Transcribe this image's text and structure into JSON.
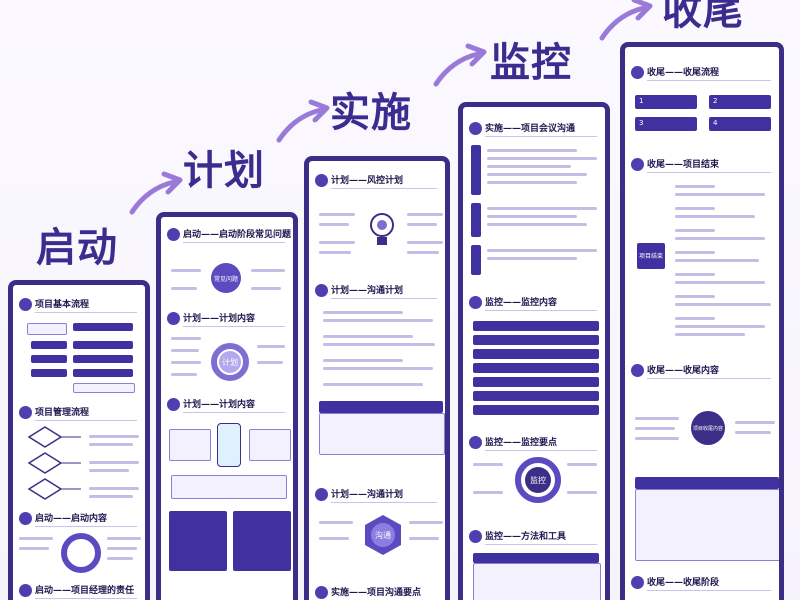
{
  "stages": [
    {
      "title": "启动"
    },
    {
      "title": "计划"
    },
    {
      "title": "实施"
    },
    {
      "title": "监控"
    },
    {
      "title": "收尾"
    }
  ],
  "cards": {
    "start": {
      "sections": [
        "项目基本流程",
        "项目管理流程",
        "启动——启动内容",
        "启动——项目经理的责任"
      ]
    },
    "plan": {
      "sections": [
        "启动——启动阶段常见问题",
        "计划——计划内容",
        "计划——计划内容"
      ],
      "hub_center": "常见问题",
      "ring_center": "计划"
    },
    "implement": {
      "sections": [
        "计划——风控计划",
        "计划——沟通计划",
        "计划——沟通计划",
        "实施——项目沟通要点"
      ],
      "hub_center": "沟通"
    },
    "monitor": {
      "sections": [
        "实施——项目会议沟通",
        "监控——监控内容",
        "监控——监控要点",
        "监控——方法和工具"
      ],
      "ring_center": "监控"
    },
    "close": {
      "sections": [
        "收尾——收尾流程",
        "收尾——项目结束",
        "收尾——收尾内容",
        "收尾——收尾阶段"
      ],
      "steps": [
        "1",
        "2",
        "3",
        "4"
      ],
      "badge": "项目结束",
      "center_label": "项目收尾内容"
    }
  },
  "colors": {
    "primary": "#3a2e86",
    "accent": "#5a4bc0",
    "arrow": "#9a7ad8",
    "light": "#dcd7f5"
  }
}
